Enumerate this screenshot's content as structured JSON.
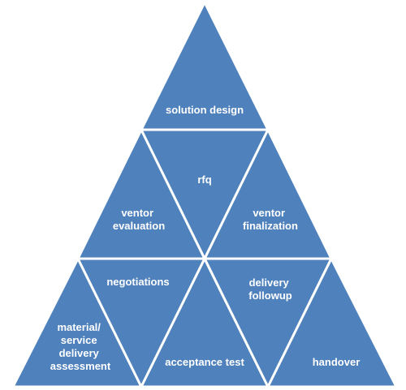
{
  "theme": {
    "fill": "#4f81bd",
    "edge": "#ffffff",
    "text": "#ffffff"
  },
  "diagram": {
    "type": "pyramid-of-triangles",
    "steps": [
      {
        "id": "solution-design",
        "lines": [
          "solution design"
        ]
      },
      {
        "id": "rfq",
        "lines": [
          "rfq"
        ]
      },
      {
        "id": "ventor-evaluation",
        "lines": [
          "ventor",
          "evaluation"
        ]
      },
      {
        "id": "ventor-finalization",
        "lines": [
          "ventor",
          "finalization"
        ]
      },
      {
        "id": "negotiations",
        "lines": [
          "negotiations"
        ]
      },
      {
        "id": "delivery-followup",
        "lines": [
          "delivery",
          "followup"
        ]
      },
      {
        "id": "material-service-delivery-assessment",
        "lines": [
          "material/",
          "service",
          "delivery",
          "assessment"
        ]
      },
      {
        "id": "acceptance-test",
        "lines": [
          "acceptance test"
        ]
      },
      {
        "id": "handover",
        "lines": [
          "handover"
        ]
      }
    ]
  }
}
